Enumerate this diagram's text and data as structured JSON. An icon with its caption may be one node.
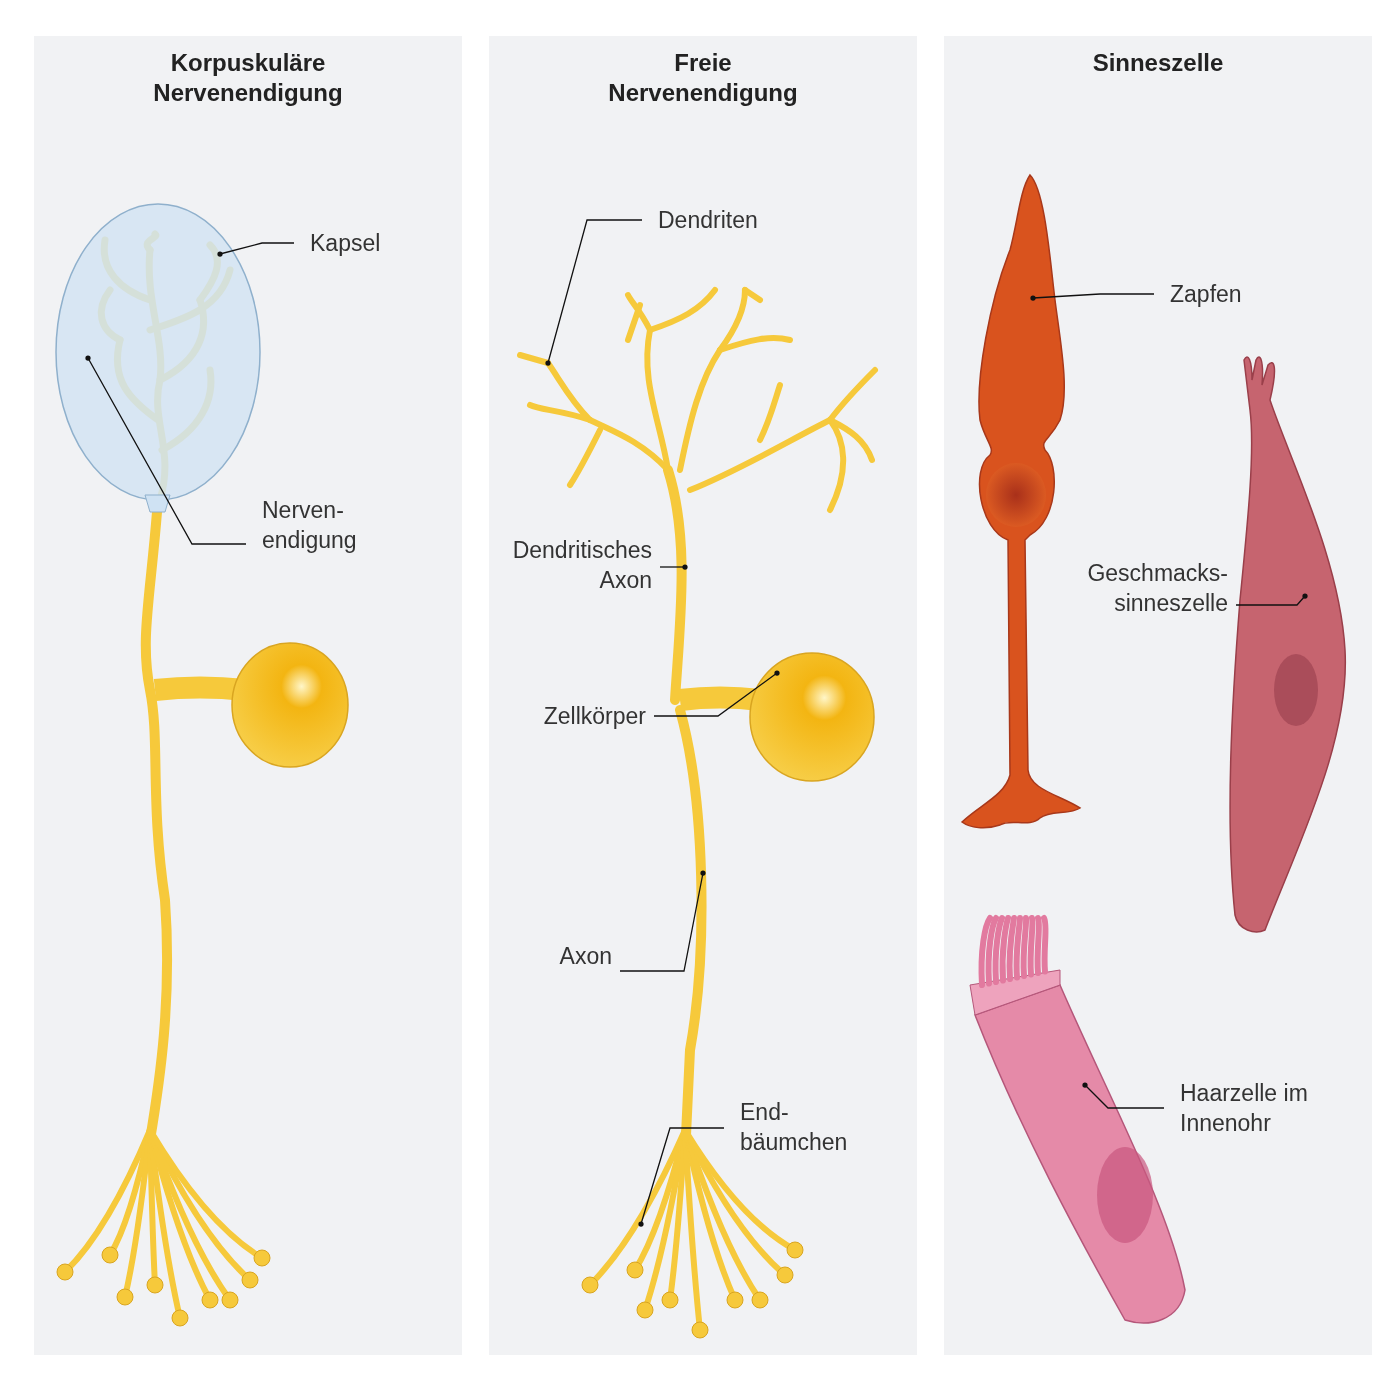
{
  "diagram": {
    "nodes": [
      {
        "text": [
          "Korpuskuläre Nervenendigung"
        ]
      },
      {
        "text": [
          "Freie Nervenendigung"
        ]
      },
      {
        "text": [
          "Sinneszelle"
        ]
      },
      {
        "text": [
          "Kapsel"
        ],
        "in": 0
      },
      {
        "text": [
          "Nerven- endigung"
        ],
        "in": 0
      },
      {
        "text": [],
        "shape": "picture",
        "in": 0
      },
      {
        "text": [],
        "shape": "picture",
        "in": 0
      },
      {
        "text": [
          "Dendriten"
        ],
        "in": 1
      },
      {
        "text": [
          "Dendritisches Axon"
        ],
        "in": 1
      },
      {
        "text": [
          "Zellkörper"
        ],
        "in": 1
      },
      {
        "text": [
          "Axon"
        ],
        "in": 1
      },
      {
        "text": [
          "End- bäumchen"
        ],
        "in": 1
      },
      {
        "text": [],
        "shape": "picture",
        "in": 1
      },
      {
        "text": [],
        "shape": "picture",
        "in": 1
      },
      {
        "text": [],
        "shape": "picture",
        "in": 1
      },
      {
        "text": [],
        "shape": "picture",
        "in": 1
      },
      {
        "text": [],
        "shape": "picture",
        "in": 1
      },
      {
        "text": [
          "Zapfen"
        ],
        "in": 2
      },
      {
        "text": [
          "Geschmacks- sinneszelle"
        ],
        "in": 2
      },
      {
        "text": [
          "Haarzelle im Innenohr"
        ],
        "in": 2
      },
      {
        "text": [],
        "shape": "picture",
        "in": 2
      },
      {
        "text": [],
        "shape": "picture",
        "in": 2
      },
      {
        "text": [],
        "shape": "picture",
        "in": 2
      }
    ],
    "edges": [
      {
        "from": 3,
        "to": 5,
        "arrow": "other"
      },
      {
        "from": 4,
        "to": 6,
        "arrow": "other"
      },
      {
        "from": 7,
        "to": 12,
        "arrow": "other"
      },
      {
        "from": 8,
        "to": 13,
        "arrow": "other"
      },
      {
        "from": 9,
        "to": 14,
        "arrow": "other"
      },
      {
        "from": 10,
        "to": 15,
        "arrow": "other"
      },
      {
        "from": 11,
        "to": 16,
        "arrow": "other"
      },
      {
        "from": 17,
        "to": 20,
        "arrow": "other"
      },
      {
        "from": 18,
        "to": 21,
        "arrow": "other"
      },
      {
        "from": 19,
        "to": 22,
        "arrow": "other"
      }
    ]
  }
}
